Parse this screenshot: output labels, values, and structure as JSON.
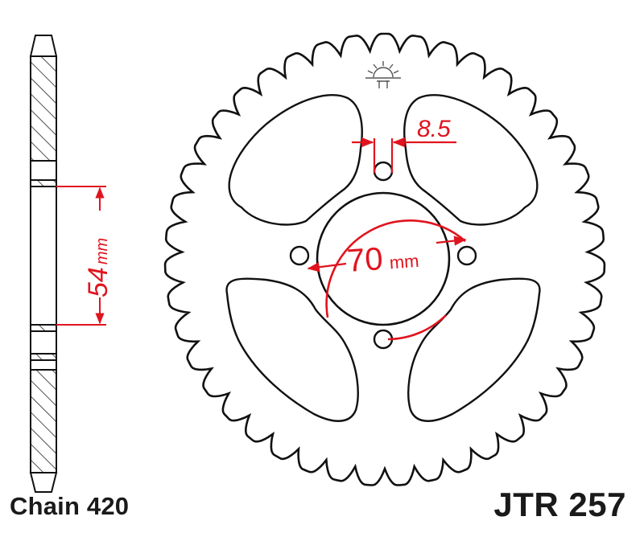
{
  "product": {
    "part_number": "JTR 257",
    "chain_label": "Chain 420"
  },
  "dimensions": {
    "offset": {
      "value": "54",
      "unit": "mm"
    },
    "pcd": {
      "value": "70",
      "unit": "mm"
    },
    "bolt_hole": {
      "value": "8.5"
    }
  },
  "sprocket": {
    "teeth": 43,
    "bolt_holes": 4
  },
  "colors": {
    "outline": "#111111",
    "dimension": "#e0141e",
    "hatch": "#222222",
    "background": "#ffffff"
  },
  "icons": {
    "logo": "sunrise-logo-icon"
  }
}
